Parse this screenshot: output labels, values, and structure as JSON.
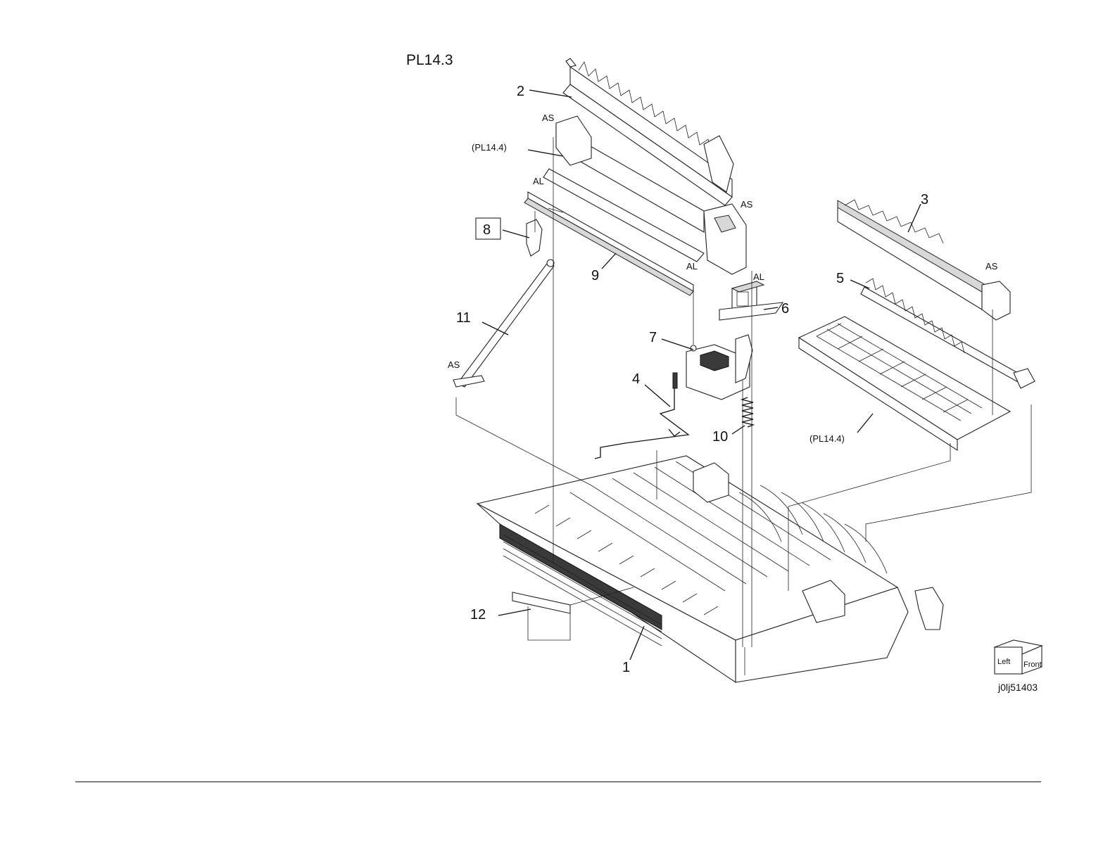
{
  "page": {
    "title": "PL14.3"
  },
  "diagram": {
    "callouts": {
      "c1": "1",
      "c2": "2",
      "c3": "3",
      "c4": "4",
      "c5": "5",
      "c6": "6",
      "c7": "7",
      "c8": "8",
      "c9": "9",
      "c10": "10",
      "c11": "11",
      "c12": "12"
    },
    "notes": {
      "as1": "AS",
      "as2": "AS",
      "as3": "AS",
      "as4": "AS",
      "al1": "AL",
      "al2": "AL",
      "al3": "AL",
      "ref1": "(PL14.4)",
      "ref2": "(PL14.4)"
    },
    "orientation": {
      "left": "Left",
      "front": "Front"
    },
    "image_id": "j0lj51403"
  }
}
